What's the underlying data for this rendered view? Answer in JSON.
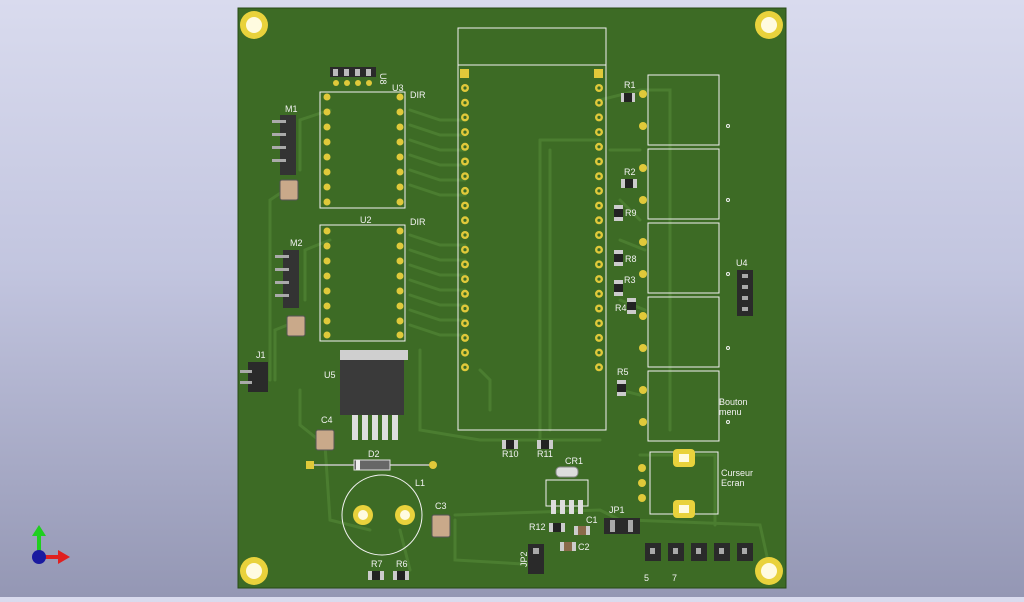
{
  "board": {
    "labels": {
      "U3": "U3",
      "U2": "U2",
      "U8": "U8",
      "U4": "U4",
      "U5": "U5",
      "M1": "M1",
      "M2": "M2",
      "J1": "J1",
      "DIR_top": "DIR",
      "DIR_bottom": "DIR",
      "C1": "C1",
      "C2": "C2",
      "C3": "C3",
      "C4": "C4",
      "R1": "R1",
      "R2": "R2",
      "R3": "R3",
      "R4": "R4",
      "R5": "R5",
      "R6": "R6",
      "R7": "R7",
      "R8": "R8",
      "R9": "R9",
      "R10": "R10",
      "R11": "R11",
      "R12": "R12",
      "CR1": "CR1",
      "D2": "D2",
      "L1": "L1",
      "JP1": "JP1",
      "JP2": "JP2",
      "bouton_line1": "Bouton",
      "bouton_line2": "menu",
      "curseur_line1": "Curseur",
      "curseur_line2": "Ecran",
      "pin5": "5",
      "pin7": "7"
    },
    "colors": {
      "pcb": "#3d6b25",
      "pcb_dark": "#2f5a1c",
      "trace": "#4b7d30",
      "silk": "#f2f2f2",
      "pad": "#e0c93a",
      "mask_bg": "#c8cbe3"
    }
  },
  "axes_gizmo": {
    "icons": [
      "axis-y-arrow-icon",
      "axis-x-arrow-icon",
      "axis-z-dot-icon"
    ]
  }
}
